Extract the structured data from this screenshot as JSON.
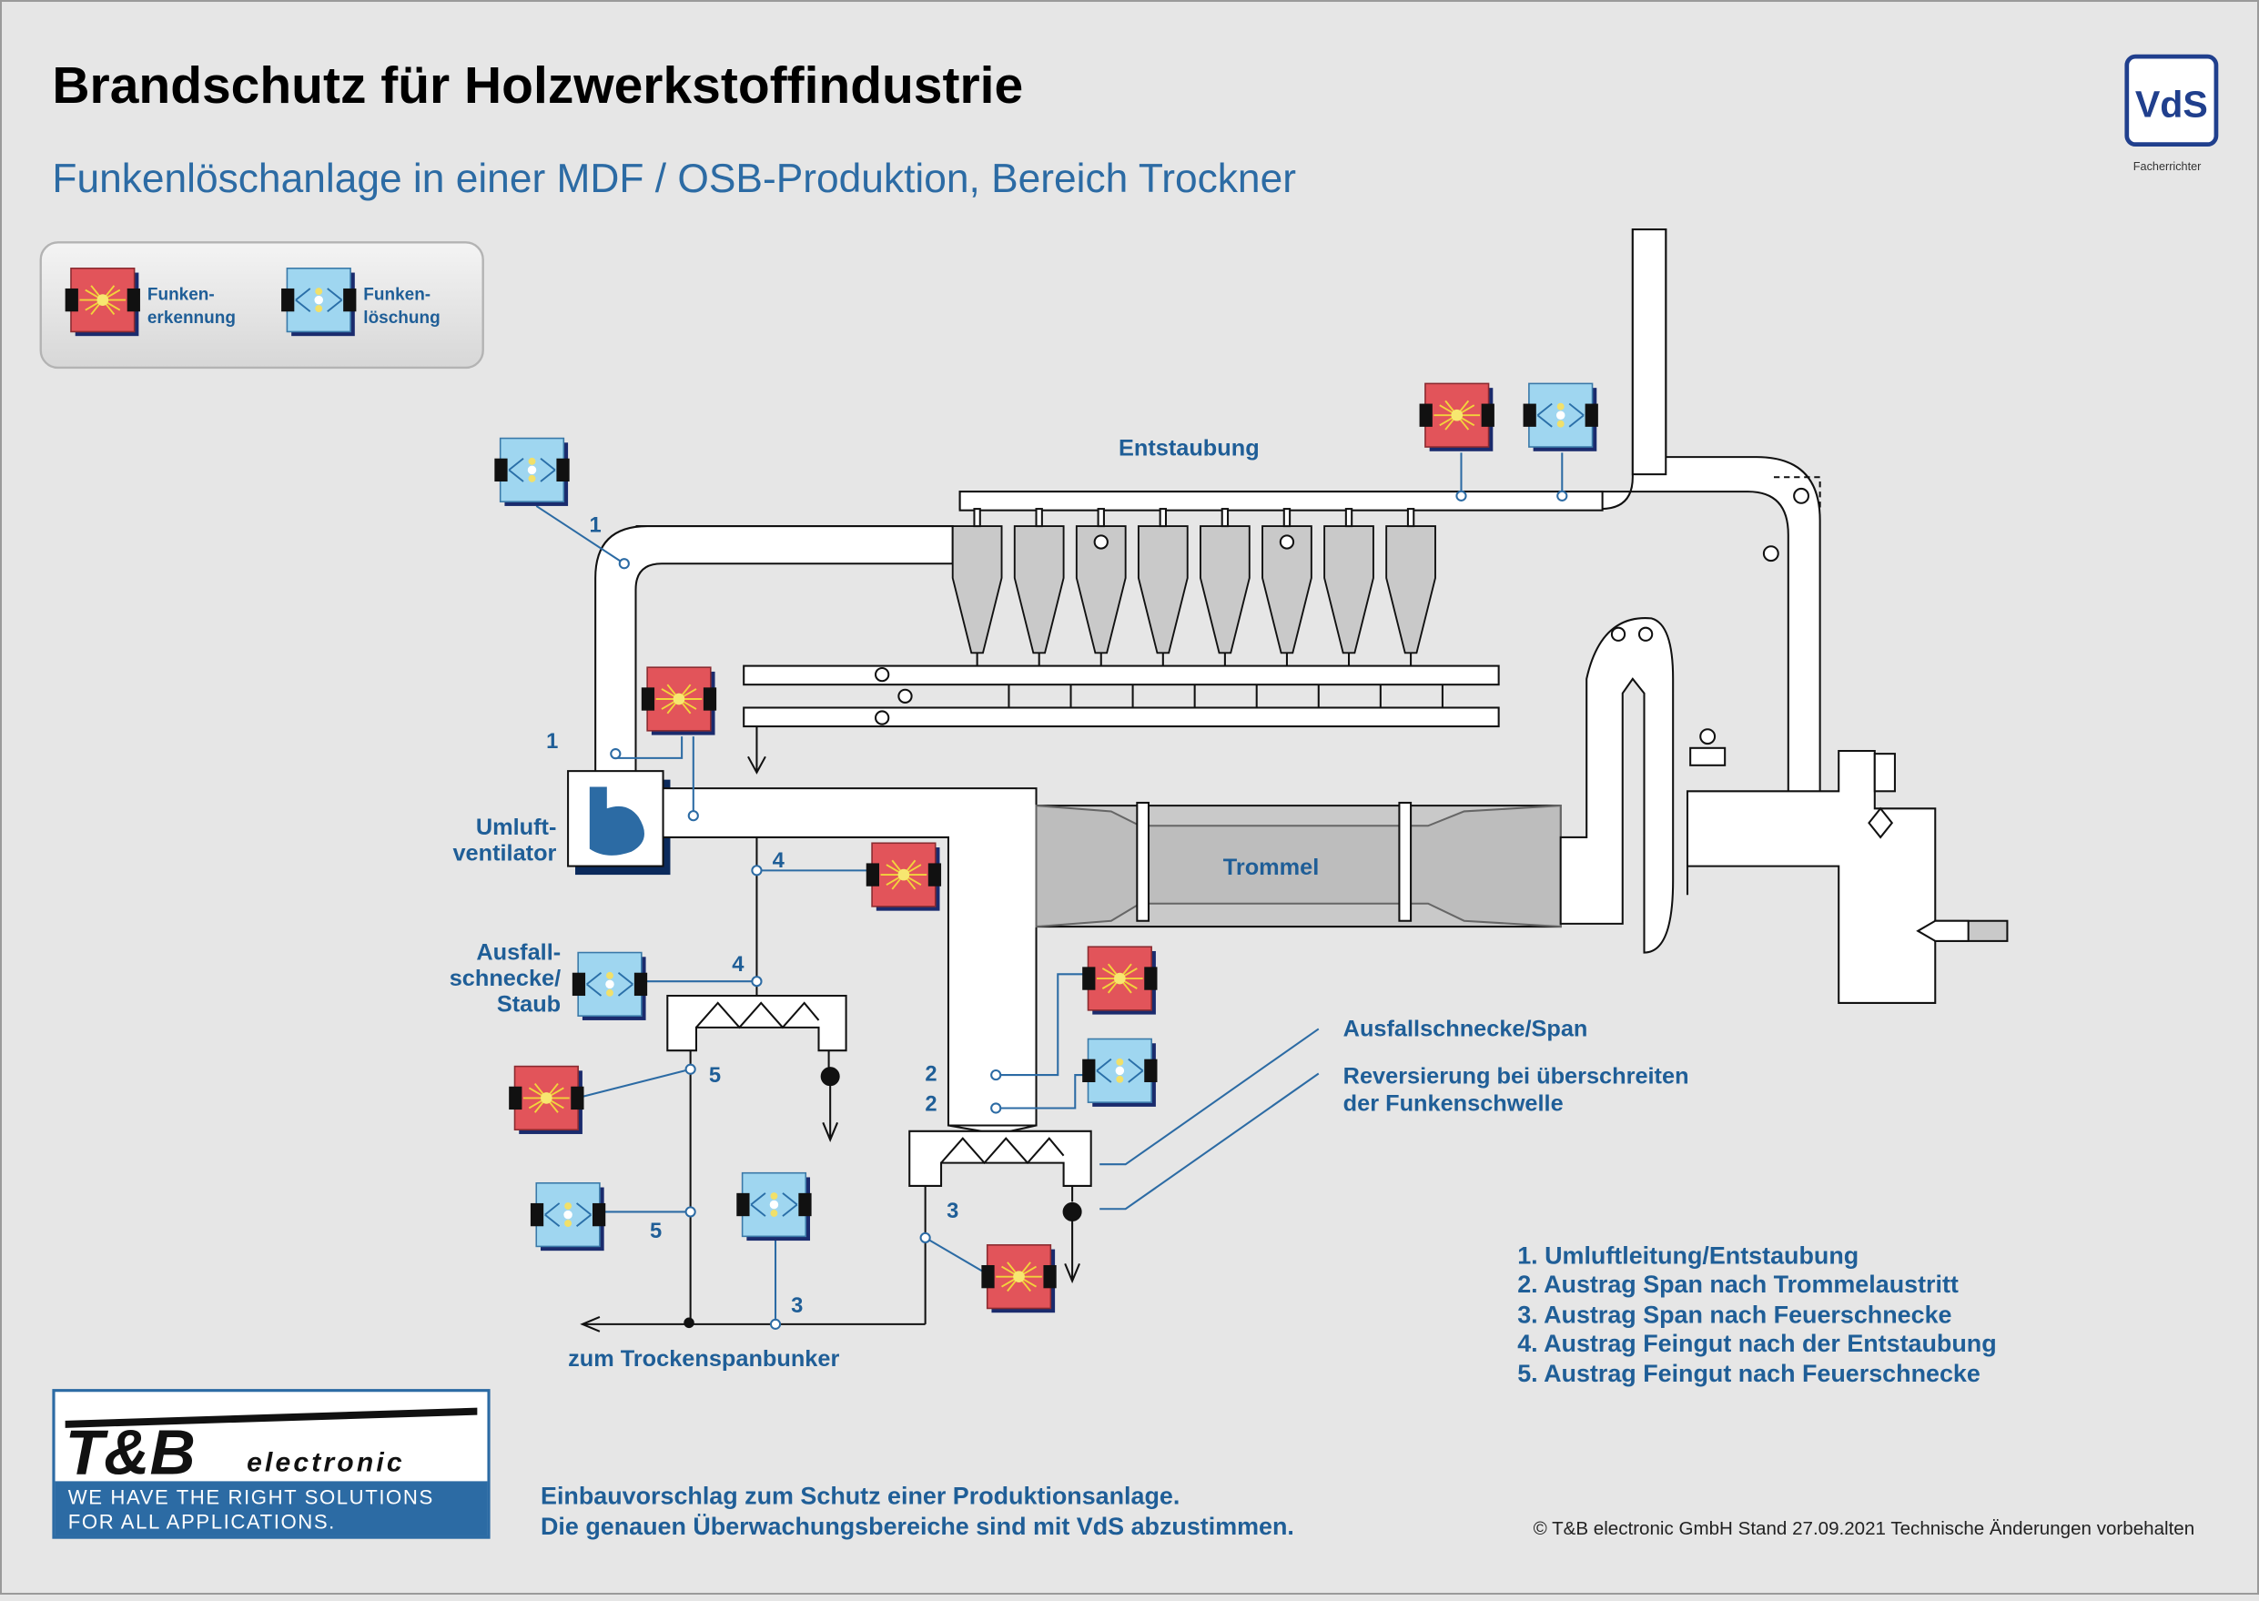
{
  "header": {
    "title": "Brandschutz für Holzwerkstoffindustrie",
    "subtitle": "Funkenlöschanlage in einer MDF / OSB-Produktion, Bereich Trockner"
  },
  "logo": {
    "vds_caption": "Facherrichter",
    "tb_mark": "T&B",
    "tb_word": "electronic",
    "tagline": [
      "WE HAVE THE RIGHT SOLUTIONS",
      "FOR ALL APPLICATIONS."
    ]
  },
  "legend": {
    "detection": [
      "Funken-",
      "erkennung"
    ],
    "extinguishing": [
      "Funken-",
      "löschung"
    ]
  },
  "labels": {
    "dedusting": "Entstaubung",
    "drum": "Trommel",
    "fan": [
      "Umluft-",
      "ventilator"
    ],
    "screw_fine": [
      "Ausfall-",
      "schnecke/",
      "Staub"
    ],
    "screw_coarse": "Ausfallschnecke/Span",
    "reverse": [
      "Reversierung bei überschreiten",
      "der Funkenschwelle"
    ],
    "bunker": "zum Trockenspanbunker"
  },
  "numbers": {
    "n1": "1",
    "n2": "2",
    "n3": "3",
    "n4": "4",
    "n5": "5"
  },
  "list": [
    "1. Umluftleitung/Entstaubung",
    "2. Austrag Span nach Trommelaustritt",
    "3. Austrag Span nach Feuerschnecke",
    "4. Austrag Feingut nach der Entstaubung",
    "5. Austrag Feingut nach Feuerschnecke"
  ],
  "footer": {
    "note": [
      "Einbauvorschlag zum Schutz einer Produktionsanlage.",
      "Die genauen Überwachungsbereiche sind mit VdS abzustimmen."
    ],
    "copyright": "© T&B electronic GmbH    Stand 27.09.2021    Technische Änderungen vorbehalten"
  },
  "colors": {
    "accent_blue": "#2c6ba4",
    "detector_red": "#e2545a",
    "extinguisher_blue": "#9fd6f0",
    "vds_blue": "#203f8d"
  }
}
